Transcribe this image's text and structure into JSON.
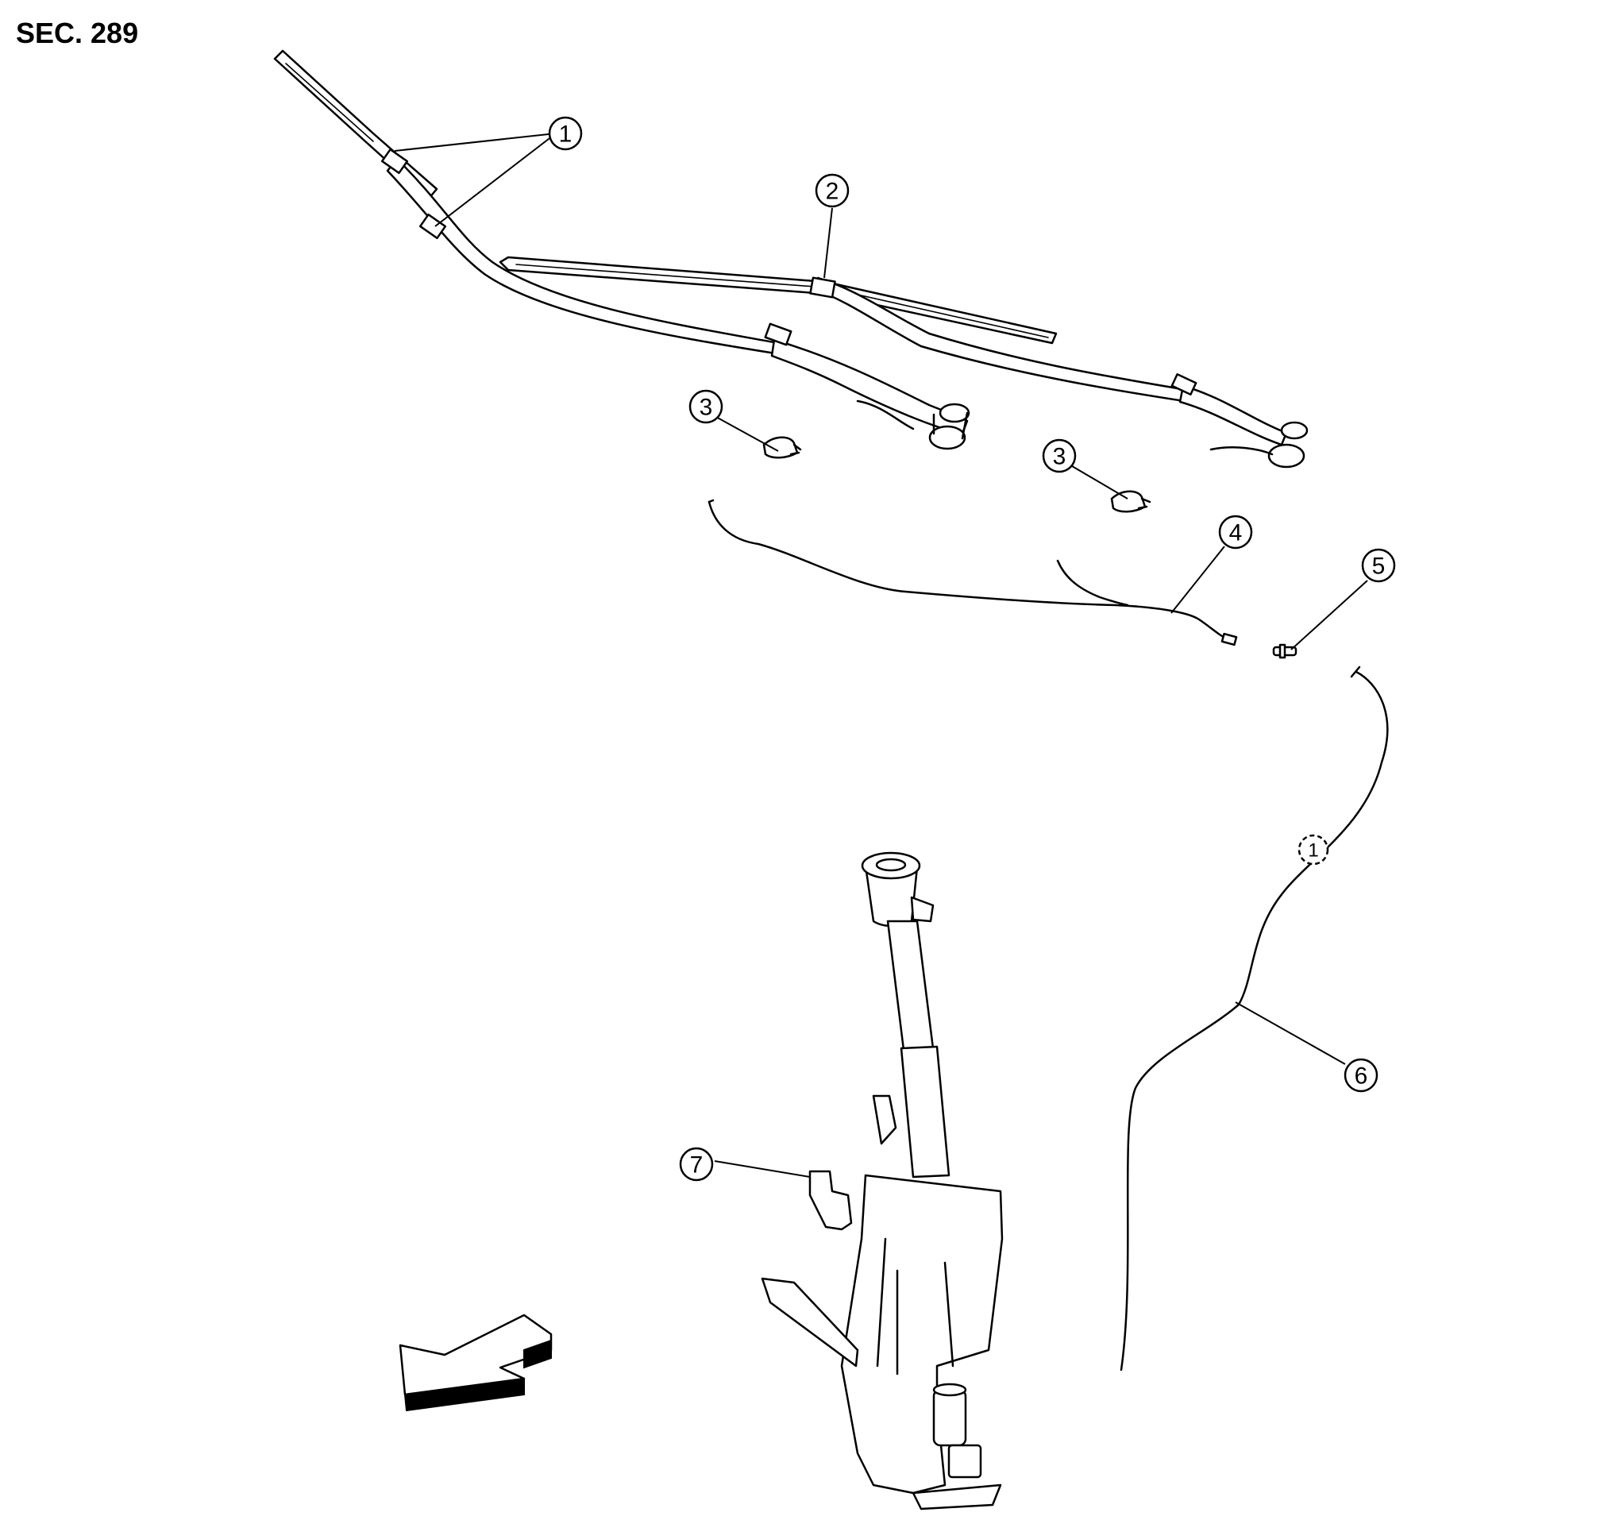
{
  "section_label": "SEC. 289",
  "callouts": [
    "1",
    "2",
    "3",
    "3",
    "4",
    "5",
    "6",
    "7"
  ],
  "connector_marker": "1",
  "parts": [
    "wiper-blade-driver",
    "wiper-blade-passenger",
    "washer-nozzle",
    "washer-nozzle",
    "washer-tube",
    "tube-joint",
    "washer-tube",
    "washer-tank"
  ],
  "direction_indicator": "front-arrow"
}
